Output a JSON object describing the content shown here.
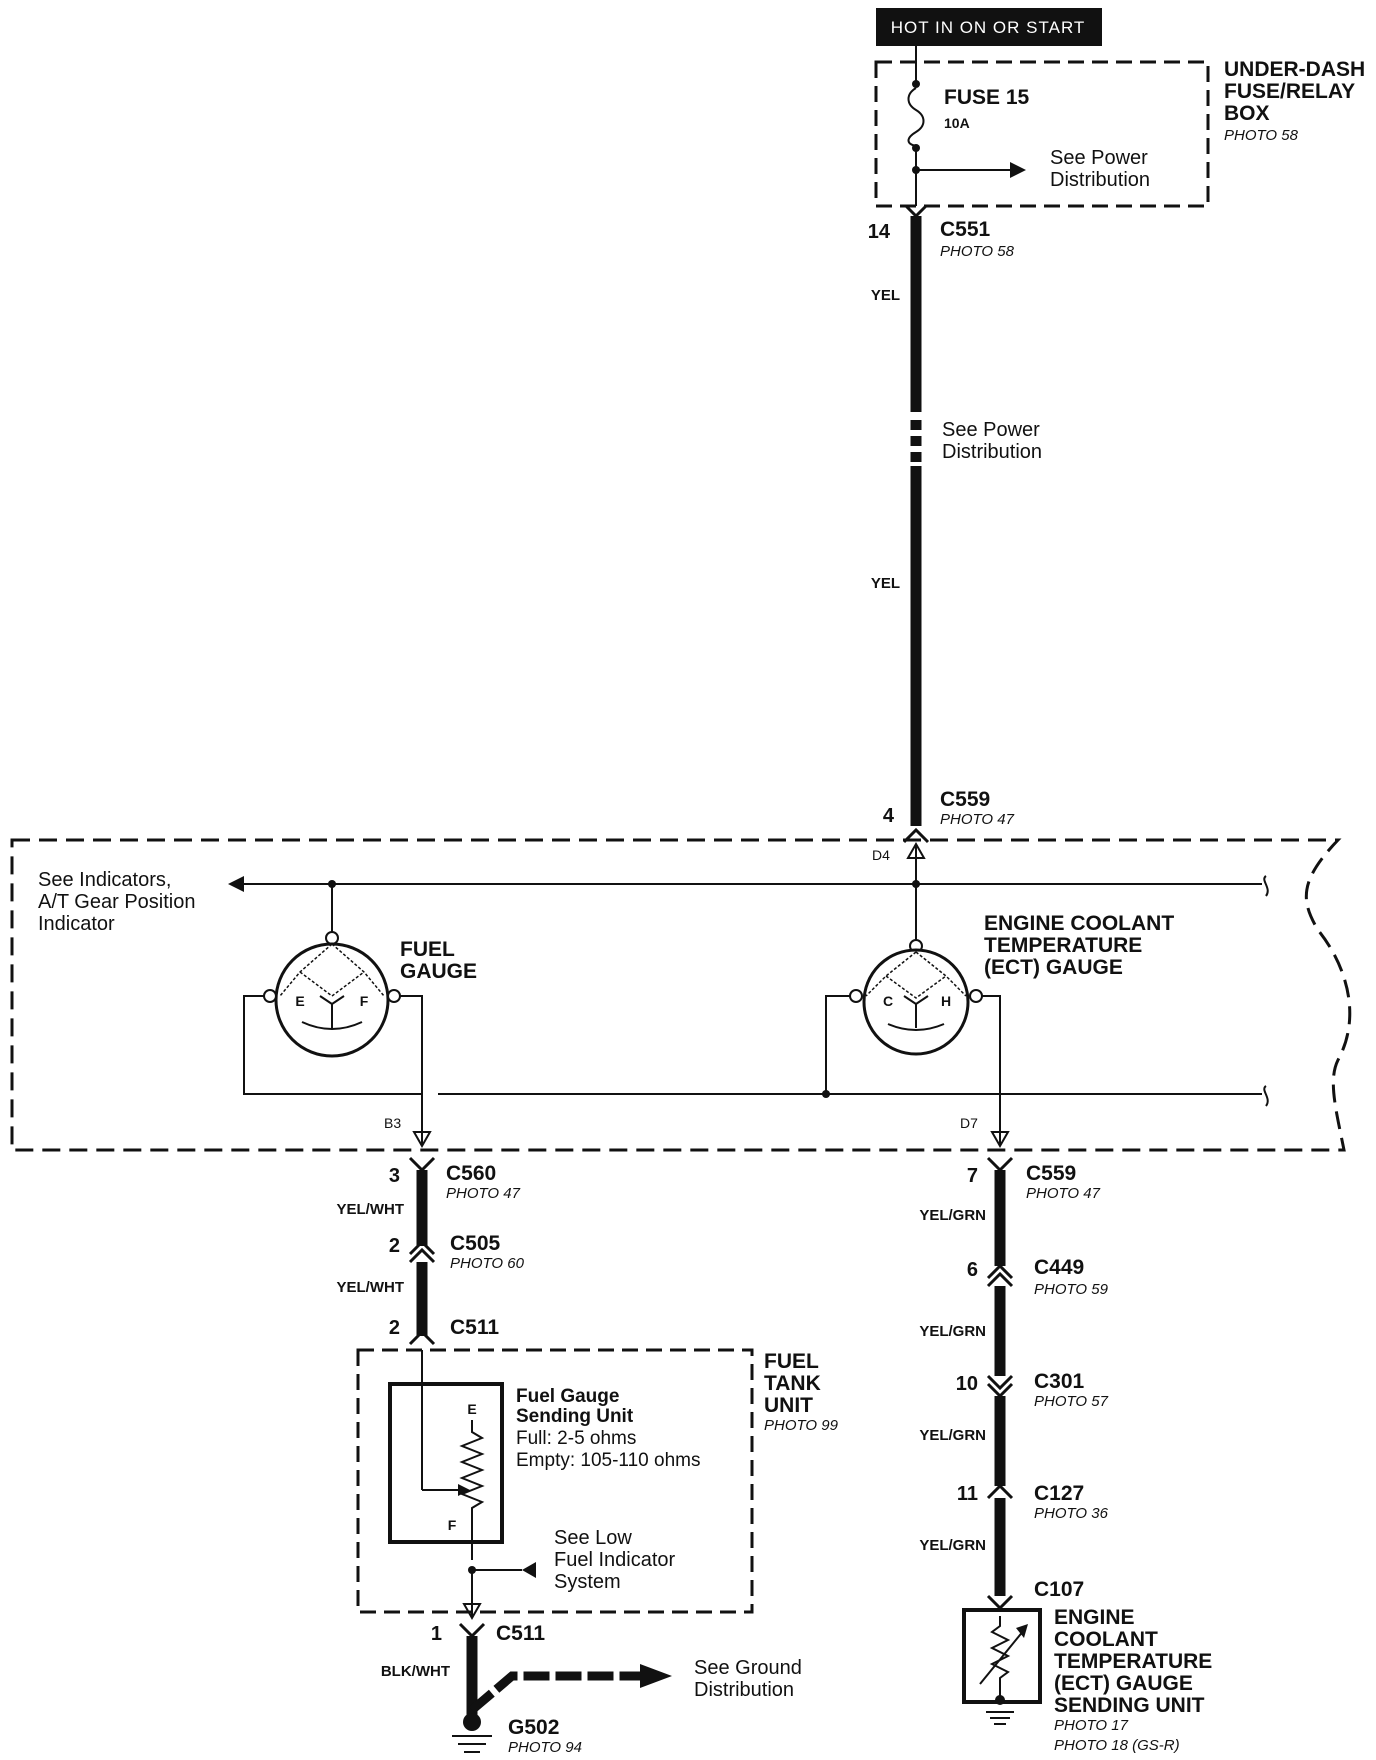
{
  "power_source": {
    "label": "HOT IN ON OR START"
  },
  "fuse_box": {
    "name_lines": [
      "UNDER-DASH",
      "FUSE/RELAY",
      "BOX"
    ],
    "photo": "PHOTO 58",
    "fuse_name": "FUSE 15",
    "fuse_rating": "10A",
    "see_power_lines": [
      "See Power",
      "Distribution"
    ]
  },
  "connectors": {
    "c551": {
      "pin": "14",
      "name": "C551",
      "photo": "PHOTO 58"
    },
    "c559_top": {
      "pin": "4",
      "name": "C559",
      "photo": "PHOTO 47"
    },
    "c560": {
      "pin": "3",
      "name": "C560",
      "photo": "PHOTO 47"
    },
    "c505": {
      "pin": "2",
      "name": "C505",
      "photo": "PHOTO 60"
    },
    "c511_top": {
      "pin": "2",
      "name": "C511"
    },
    "c511_bottom": {
      "pin": "1",
      "name": "C511"
    },
    "c559_bottom": {
      "pin": "7",
      "name": "C559",
      "photo": "PHOTO 47"
    },
    "c449": {
      "pin": "6",
      "name": "C449",
      "photo": "PHOTO 59"
    },
    "c301": {
      "pin": "10",
      "name": "C301",
      "photo": "PHOTO 57"
    },
    "c127": {
      "pin": "11",
      "name": "C127",
      "photo": "PHOTO 36"
    },
    "c107": {
      "name": "C107"
    }
  },
  "wires": {
    "yel_1": "YEL",
    "yel_2": "YEL",
    "see_power_mid_lines": [
      "See Power",
      "Distribution"
    ],
    "yel_wht_1": "YEL/WHT",
    "yel_wht_2": "YEL/WHT",
    "blk_wht": "BLK/WHT",
    "yel_grn_1": "YEL/GRN",
    "yel_grn_2": "YEL/GRN",
    "yel_grn_3": "YEL/GRN",
    "yel_grn_4": "YEL/GRN"
  },
  "gauge_assembly": {
    "terminal_d4": "D4",
    "terminal_b3": "B3",
    "terminal_d7": "D7",
    "see_indicators_lines": [
      "See Indicators,",
      "A/T Gear Position",
      "Indicator"
    ],
    "fuel_gauge_lines": [
      "FUEL",
      "GAUGE"
    ],
    "fuel_gauge_e": "E",
    "fuel_gauge_f": "F",
    "ect_gauge_lines": [
      "ENGINE COOLANT",
      "TEMPERATURE",
      "(ECT) GAUGE"
    ],
    "ect_gauge_c": "C",
    "ect_gauge_h": "H"
  },
  "fuel_tank": {
    "unit_lines": [
      "FUEL",
      "TANK",
      "UNIT"
    ],
    "photo": "PHOTO 99",
    "sender_title_lines": [
      "Fuel Gauge",
      "Sending Unit"
    ],
    "sender_full": "Full: 2-5 ohms",
    "sender_empty": "Empty: 105-110 ohms",
    "sender_e": "E",
    "sender_f": "F",
    "see_low_fuel_lines": [
      "See Low",
      "Fuel Indicator",
      "System"
    ]
  },
  "ground": {
    "name": "G502",
    "photo": "PHOTO 94",
    "see_ground_lines": [
      "See Ground",
      "Distribution"
    ]
  },
  "ect_sender": {
    "name_lines": [
      "ENGINE",
      "COOLANT",
      "TEMPERATURE",
      "(ECT) GAUGE",
      "SENDING UNIT"
    ],
    "photo_1": "PHOTO 17",
    "photo_2": "PHOTO 18 (GS-R)"
  },
  "colors": {
    "ink": "#111111",
    "paper": "#ffffff"
  }
}
